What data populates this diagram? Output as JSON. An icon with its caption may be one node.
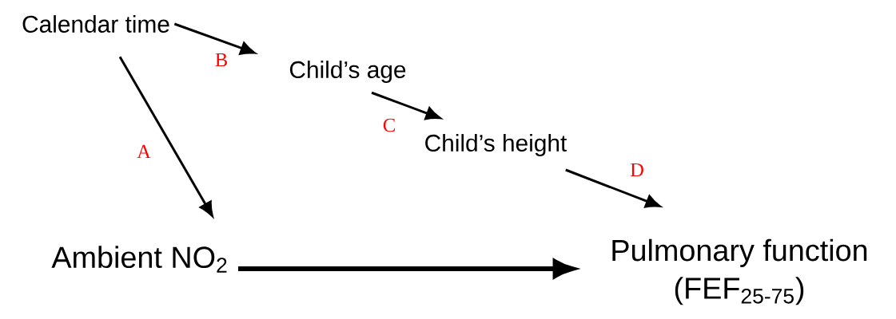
{
  "diagram": {
    "nodes": [
      {
        "text": [
          "Calendar time"
        ]
      },
      {
        "text": [
          "Child’s age"
        ]
      },
      {
        "text": [
          "Child’s height"
        ]
      },
      {
        "text": [
          "Ambient NO$_{2}$"
        ]
      },
      {
        "text": [
          "Pulmonary function (FEF$_{25-75}$)"
        ]
      }
    ],
    "edges": [
      {
        "from": 0,
        "to": 3,
        "arrow": "to",
        "label": "A"
      },
      {
        "from": 0,
        "to": 1,
        "arrow": "to",
        "label": "B"
      },
      {
        "from": 1,
        "to": 2,
        "arrow": "to",
        "label": "C"
      },
      {
        "from": 2,
        "to": 4,
        "arrow": "to",
        "label": "D"
      },
      {
        "from": 3,
        "to": 4,
        "arrow": "to",
        "style": "thick"
      }
    ]
  }
}
